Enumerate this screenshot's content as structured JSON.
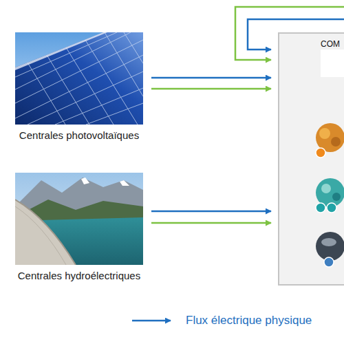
{
  "diagram": {
    "nodes": [
      {
        "text": [
          "Centrales photovoltaïques"
        ]
      },
      {
        "text": [
          "Centrales hydroélectriques"
        ]
      },
      {
        "text": [
          "COM"
        ]
      }
    ],
    "edges": [
      {
        "from": 0,
        "to": 2,
        "arrow": "to"
      },
      {
        "from": 0,
        "to": 2,
        "arrow": "to"
      },
      {
        "from": 1,
        "to": 2,
        "arrow": "to"
      },
      {
        "from": 1,
        "to": 2,
        "arrow": "to"
      }
    ],
    "legend": [
      {
        "text": "Flux électrique physique"
      }
    ]
  }
}
